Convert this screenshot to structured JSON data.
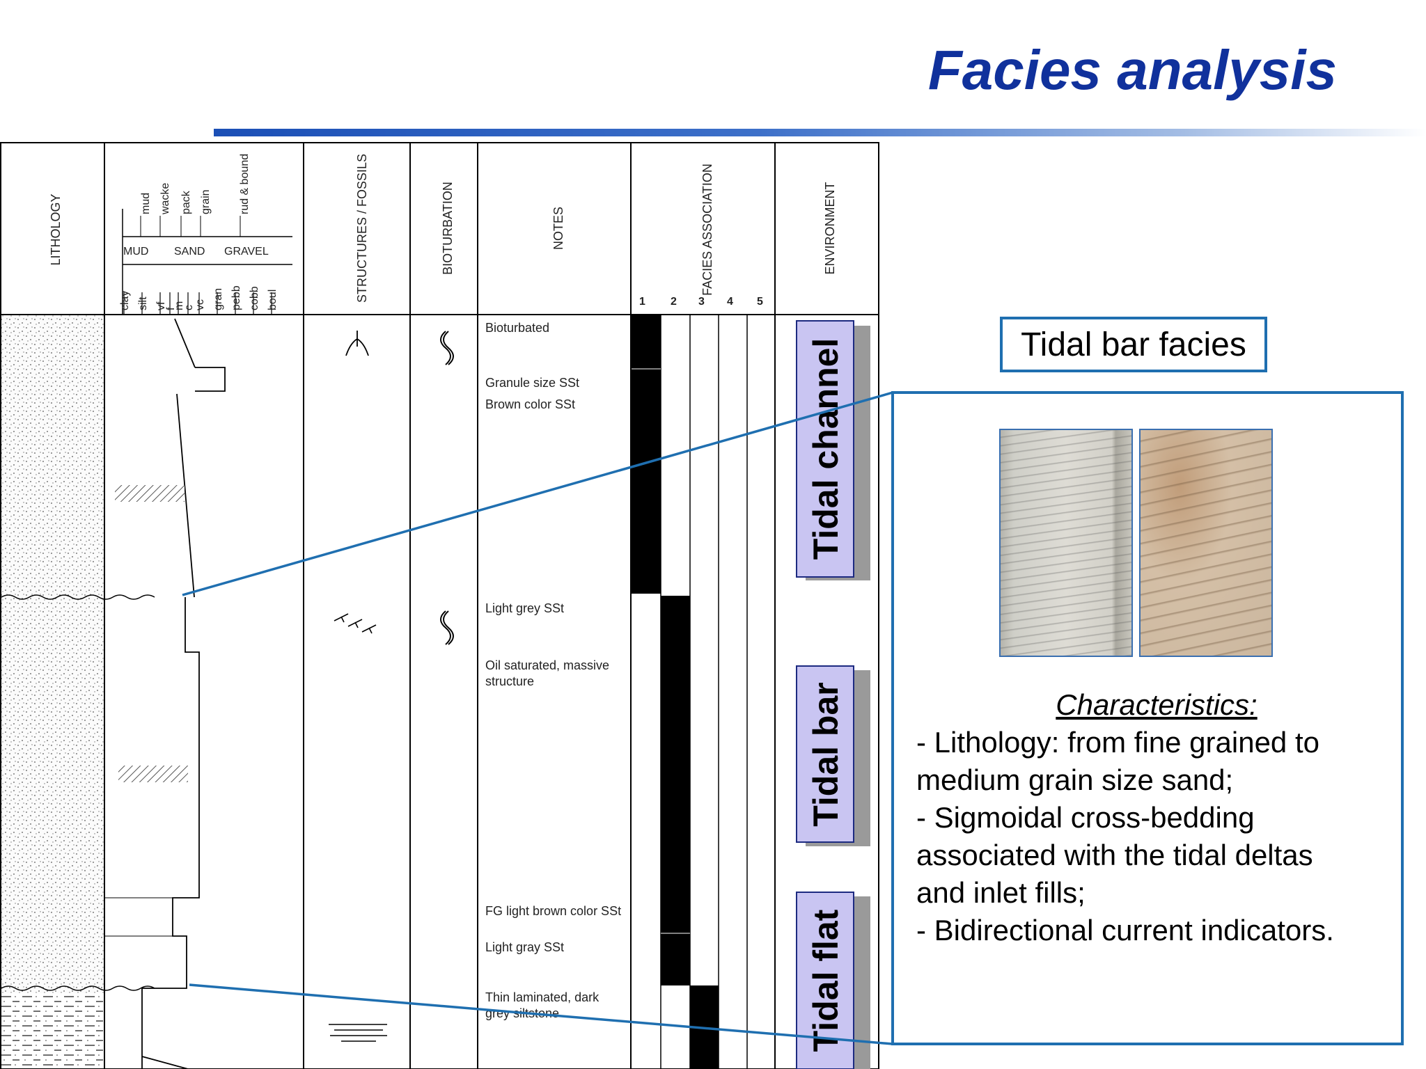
{
  "title": "Facies analysis",
  "columns": {
    "lithology": "LITHOLOGY",
    "structures": "STRUCTURES / FOSSILS",
    "bioturbation": "BIOTURBATION",
    "notes": "NOTES",
    "facies_association": "FACIES ASSOCIATION",
    "environment": "ENVIRONMENT"
  },
  "grain_scale": {
    "carbonate_labels": [
      "mud",
      "wacke",
      "pack",
      "grain",
      "rud & bound"
    ],
    "group_labels": [
      "MUD",
      "SAND",
      "GRAVEL"
    ],
    "siliciclastic_labels": [
      "clay",
      "silt",
      "vf",
      "f",
      "m",
      "c",
      "vc",
      "gran",
      "pebb",
      "cobb",
      "boul"
    ]
  },
  "facies_numbers": [
    "1",
    "2",
    "3",
    "4",
    "5"
  ],
  "notes": [
    "Bioturbated",
    "Granule size SSt",
    "Brown color SSt",
    "Light grey SSt",
    "Oil saturated, massive",
    "structure",
    "FG light brown color SSt",
    "Light gray SSt",
    "Thin laminated, dark",
    "grey siltstone"
  ],
  "environments": [
    "Tidal channel",
    "Tidal bar",
    "Tidal flat"
  ],
  "facies_panel": {
    "title": "Tidal bar facies",
    "heading": "Characteristics:",
    "lines": [
      "- Lithology: from fine grained to",
      "medium grain size sand;",
      "- Sigmoidal cross-bedding",
      "associated with the tidal deltas",
      "and inlet fills;",
      "- Bidirectional current indicators."
    ]
  },
  "colors": {
    "title": "#10319c",
    "callout_line": "#1f6fb0",
    "env_label_fill": "#c9c5f2",
    "facies_bar": "#000000"
  },
  "icons": [
    "burrow-icon",
    "root-trace-icon",
    "cross-bedding-icon",
    "lamination-icon"
  ]
}
